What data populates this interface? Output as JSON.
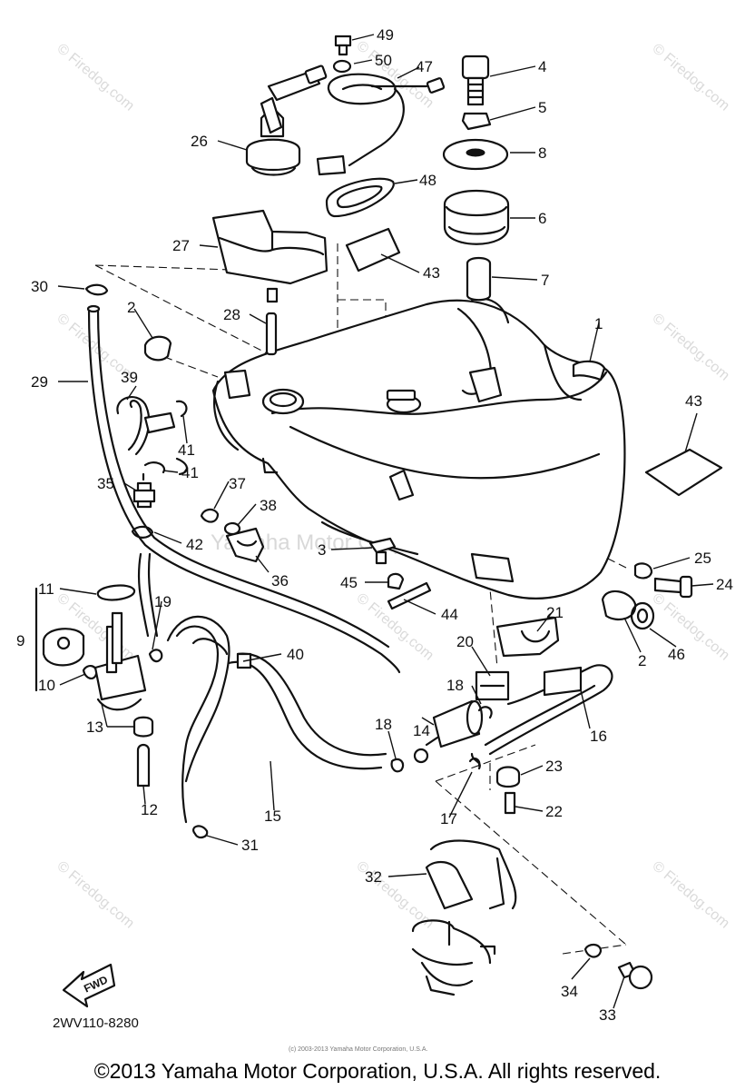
{
  "diagram": {
    "callouts": [
      {
        "id": "c49",
        "label": "49"
      },
      {
        "id": "c50",
        "label": "50"
      },
      {
        "id": "c47",
        "label": "47"
      },
      {
        "id": "c4",
        "label": "4"
      },
      {
        "id": "c5",
        "label": "5"
      },
      {
        "id": "c8",
        "label": "8"
      },
      {
        "id": "c26",
        "label": "26"
      },
      {
        "id": "c48",
        "label": "48"
      },
      {
        "id": "c6",
        "label": "6"
      },
      {
        "id": "c27",
        "label": "27"
      },
      {
        "id": "c43a",
        "label": "43"
      },
      {
        "id": "c7",
        "label": "7"
      },
      {
        "id": "c30",
        "label": "30"
      },
      {
        "id": "c2a",
        "label": "2"
      },
      {
        "id": "c28",
        "label": "28"
      },
      {
        "id": "c1",
        "label": "1"
      },
      {
        "id": "c29",
        "label": "29"
      },
      {
        "id": "c39",
        "label": "39"
      },
      {
        "id": "c43b",
        "label": "43"
      },
      {
        "id": "c41a",
        "label": "41"
      },
      {
        "id": "c41b",
        "label": "41"
      },
      {
        "id": "c35",
        "label": "35"
      },
      {
        "id": "c37",
        "label": "37"
      },
      {
        "id": "c38",
        "label": "38"
      },
      {
        "id": "c42",
        "label": "42"
      },
      {
        "id": "c3",
        "label": "3"
      },
      {
        "id": "c25",
        "label": "25"
      },
      {
        "id": "c36",
        "label": "36"
      },
      {
        "id": "c45",
        "label": "45"
      },
      {
        "id": "c24",
        "label": "24"
      },
      {
        "id": "c11",
        "label": "11"
      },
      {
        "id": "c19",
        "label": "19"
      },
      {
        "id": "c44",
        "label": "44"
      },
      {
        "id": "c21",
        "label": "21"
      },
      {
        "id": "c9",
        "label": "9"
      },
      {
        "id": "c40",
        "label": "40"
      },
      {
        "id": "c20",
        "label": "20"
      },
      {
        "id": "c2b",
        "label": "2"
      },
      {
        "id": "c46",
        "label": "46"
      },
      {
        "id": "c10",
        "label": "10"
      },
      {
        "id": "c18a",
        "label": "18"
      },
      {
        "id": "c13",
        "label": "13"
      },
      {
        "id": "c14",
        "label": "14"
      },
      {
        "id": "c18b",
        "label": "18"
      },
      {
        "id": "c16",
        "label": "16"
      },
      {
        "id": "c23",
        "label": "23"
      },
      {
        "id": "c12",
        "label": "12"
      },
      {
        "id": "c15",
        "label": "15"
      },
      {
        "id": "c17",
        "label": "17"
      },
      {
        "id": "c22",
        "label": "22"
      },
      {
        "id": "c31",
        "label": "31"
      },
      {
        "id": "c32",
        "label": "32"
      },
      {
        "id": "c34",
        "label": "34"
      },
      {
        "id": "c33",
        "label": "33"
      }
    ],
    "watermark_site": "© Firedog.com",
    "watermark_owner": "Yamaha Motor Corp, U.S.A.",
    "fwd_label": "FWD",
    "diagram_code": "2WV110-8280",
    "small_copyright": "(c) 2003-2013 Yamaha Motor Corporation, U.S.A."
  },
  "footer": {
    "copyright": "©2013 Yamaha Motor Corporation, U.S.A. All rights reserved."
  }
}
